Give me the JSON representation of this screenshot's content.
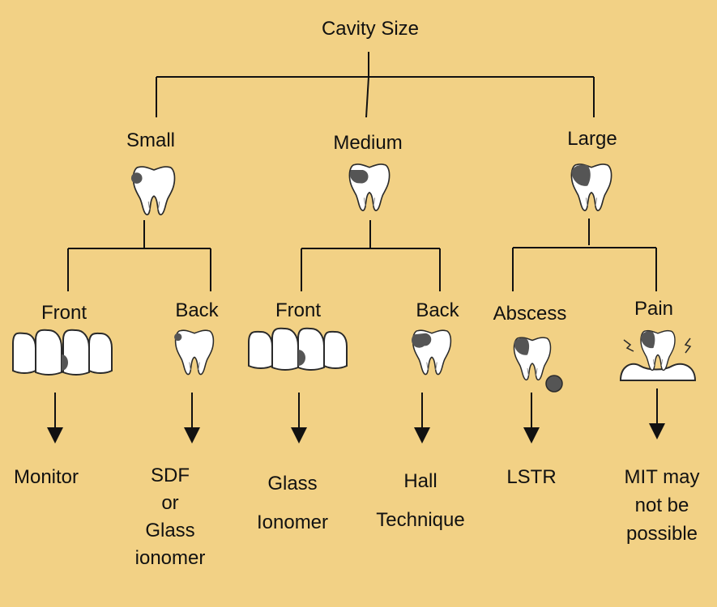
{
  "root": {
    "label": "Cavity Size"
  },
  "sizes": [
    {
      "label": "Small"
    },
    {
      "label": "Medium"
    },
    {
      "label": "Large"
    }
  ],
  "branches": [
    {
      "label": "Front",
      "icon": "front-teeth-icon",
      "outcome": [
        "Monitor"
      ]
    },
    {
      "label": "Back",
      "icon": "molar-tooth-icon",
      "outcome": [
        "SDF",
        "or",
        "Glass",
        "ionomer"
      ]
    },
    {
      "label": "Front",
      "icon": "front-teeth-icon",
      "outcome": [
        "Glass",
        "Ionomer"
      ]
    },
    {
      "label": "Back",
      "icon": "molar-tooth-icon",
      "outcome": [
        "Hall",
        "Technique"
      ]
    },
    {
      "label": "Abscess",
      "icon": "abscess-tooth-icon",
      "outcome": [
        "LSTR"
      ]
    },
    {
      "label": "Pain",
      "icon": "painful-tooth-icon",
      "outcome": [
        "MIT may",
        "not be",
        "possible"
      ]
    }
  ],
  "colors": {
    "background": "#f2d185",
    "line": "#111111",
    "tooth": "#ffffff",
    "tooth_outline": "#2a2a2a",
    "decay": "#555555"
  }
}
